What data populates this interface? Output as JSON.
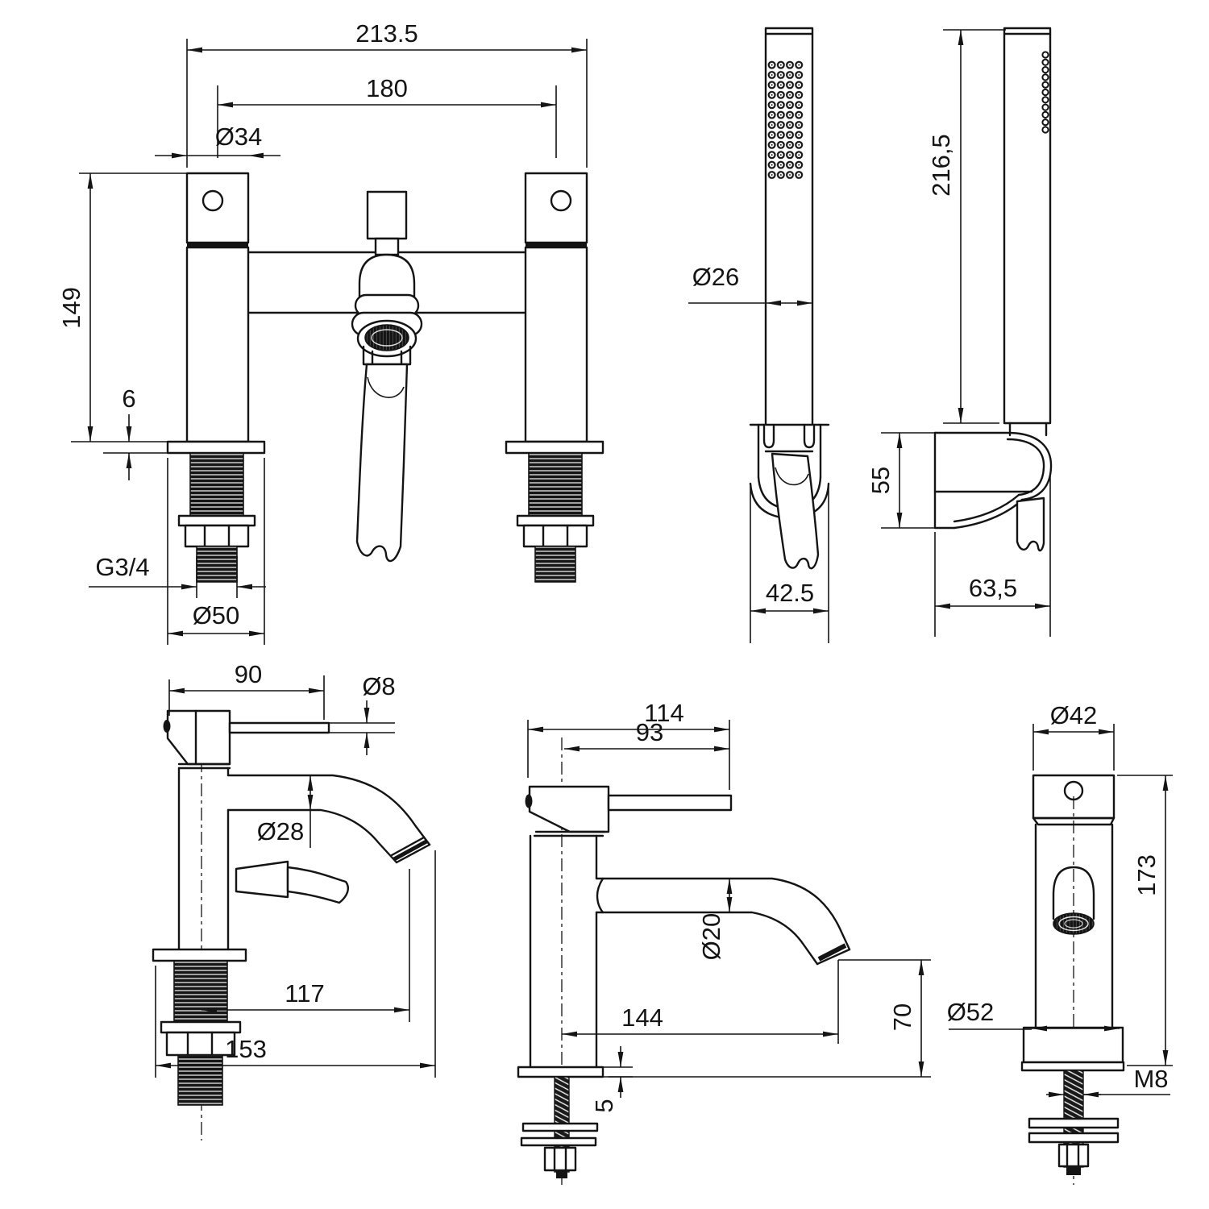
{
  "drawing": {
    "sheet": {
      "background": "#ffffff",
      "line_color": "#141414"
    },
    "views": {
      "bath_shower_mixer_front": {
        "dims": {
          "overall_width": "213.5",
          "tap_centres": "180",
          "column_diameter": "Ø34",
          "height": "149",
          "deck_gap": "6",
          "inlet_thread": "G3/4",
          "flange_diameter": "Ø50"
        }
      },
      "hand_shower_front": {
        "dims": {
          "head_diameter": "Ø26",
          "bracket_width": "42.5"
        }
      },
      "hand_shower_side": {
        "dims": {
          "overall_length": "216,5",
          "bracket_height": "55",
          "bracket_depth": "63,5"
        }
      },
      "basin_tap_side": {
        "dims": {
          "handle_length": "90",
          "handle_diameter": "Ø8",
          "spout_diameter": "Ø28",
          "spout_projection": "117",
          "overall_projection": "153"
        }
      },
      "basin_mixer_side": {
        "dims": {
          "overall_projection": "114",
          "handle_projection": "93",
          "spout_diameter": "Ø20",
          "spout_reach": "144",
          "spout_height": "70",
          "deck_plate": "5"
        }
      },
      "basin_tap_front": {
        "dims": {
          "body_diameter": "Ø42",
          "overall_height": "173",
          "flange_diameter": "Ø52",
          "fixing_thread": "M8"
        }
      }
    }
  }
}
